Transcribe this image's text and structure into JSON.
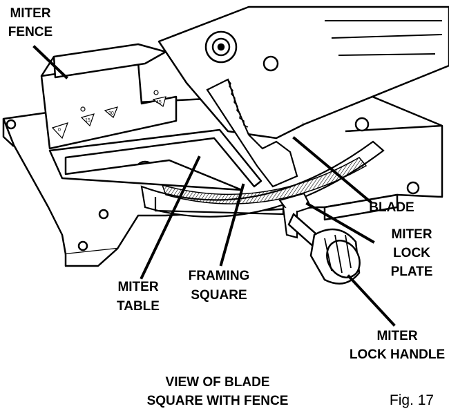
{
  "labels": {
    "miter_fence": [
      "MITER",
      "FENCE"
    ],
    "blade": [
      "BLADE"
    ],
    "miter_lock_plate": [
      "MITER",
      "LOCK",
      "PLATE"
    ],
    "framing_square": [
      "FRAMING",
      "SQUARE"
    ],
    "miter_table": [
      "MITER",
      "TABLE"
    ],
    "miter_lock_handle": [
      "MITER",
      "LOCK HANDLE"
    ]
  },
  "fence_marks": [
    "0",
    "15",
    "30",
    "45"
  ],
  "caption": [
    "VIEW OF BLADE",
    "SQUARE WITH FENCE"
  ],
  "figure_number": "Fig. 17",
  "colors": {
    "ink": "#000000",
    "paper": "#ffffff",
    "shade": "#e6e6e6"
  }
}
